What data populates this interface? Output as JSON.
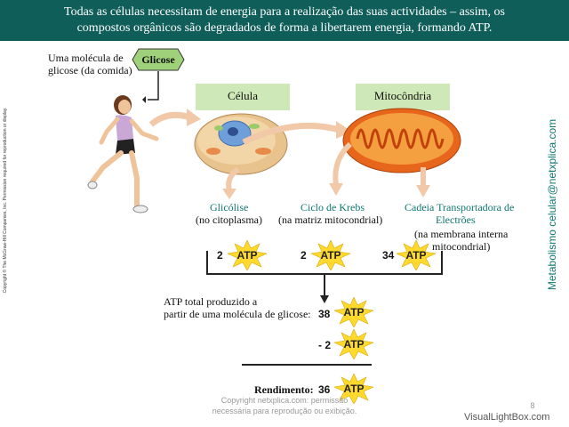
{
  "header": {
    "line1": "Todas as células necessitam de energia para a realização das suas actividades – assim, os",
    "line2": "compostos orgânicos são degradados de forma a libertarem energia, formando ATP."
  },
  "glucose": {
    "intro_line1": "Uma molécula de",
    "intro_line2": "glicose (da comida)",
    "label": "Glicose"
  },
  "boxes": {
    "cell": "Célula",
    "mitochondria": "Mitocôndria"
  },
  "stages": [
    {
      "name": "Glicólise",
      "detail": [
        "(no citoplasma)"
      ],
      "atp": "2"
    },
    {
      "name": "Ciclo de Krebs",
      "detail": [
        "(na matriz mitocondrial)"
      ],
      "atp": "2"
    },
    {
      "name_lines": [
        "Cadeia Transportadora de",
        "Electrões"
      ],
      "detail": [
        "(na membrana interna",
        "mitocondrial)"
      ],
      "atp": "34"
    }
  ],
  "atp_label": "ATP",
  "total": {
    "text_line1": "ATP total produzido a",
    "text_line2": "partir de uma molécula de glicose:",
    "value": "38"
  },
  "minus": {
    "value": "- 2"
  },
  "yield": {
    "label": "Rendimento:",
    "value": "36"
  },
  "side_title": "Metabolismo celular@netxplica.com",
  "copyright_vertical": "Copyright © The McGraw-Hill Companies, Inc. Permission required for reproduction or display.",
  "footer": {
    "line1": "Copyright netxplica.com: permissão",
    "line2": "necessária para reprodução ou exibição."
  },
  "page_number": "8",
  "watermark": "VisualLightBox.com",
  "colors": {
    "banner": "#0f5e59",
    "teal_text": "#0f7770",
    "box_fill": "#cfe8b7",
    "atp_star": "#ffd92e"
  }
}
